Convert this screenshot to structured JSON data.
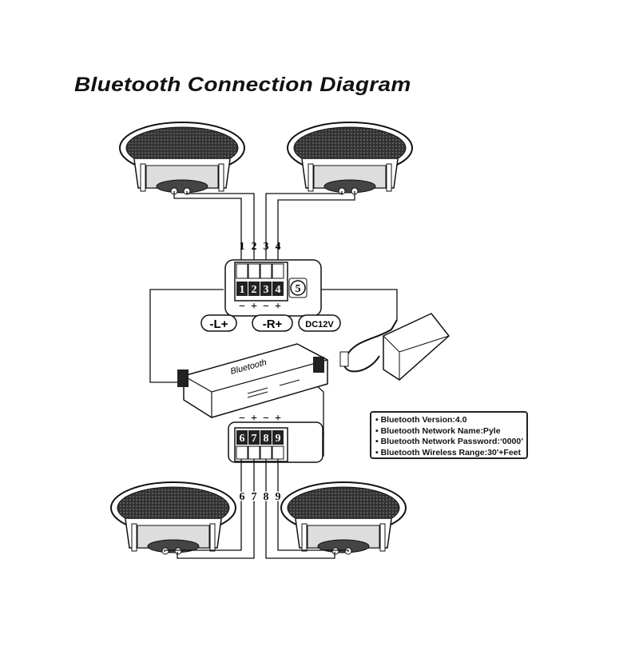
{
  "title": "Bluetooth Connection Diagram",
  "top_terminals": {
    "wire_numbers": [
      "1",
      "2",
      "3",
      "4"
    ],
    "terminal_numbers": [
      "1",
      "2",
      "3",
      "4"
    ],
    "polarity": [
      "−",
      "+",
      "−",
      "+"
    ],
    "power_terminal": "5",
    "labels": {
      "left": "-L+",
      "right": "-R+",
      "power": "DC12V"
    }
  },
  "module": {
    "label": "Bluetooth"
  },
  "bottom_terminals": {
    "polarity": [
      "−",
      "+",
      "−",
      "+"
    ],
    "terminal_numbers": [
      "6",
      "7",
      "8",
      "9"
    ],
    "wire_numbers": [
      "6",
      "7",
      "8",
      "9"
    ]
  },
  "info": [
    "Bluetooth Version:4.0",
    "Bluetooth Network Name:Pyle",
    "Bluetooth Network Password:‘0000’",
    "Bluetooth Wireless Range:30'+Feet"
  ]
}
